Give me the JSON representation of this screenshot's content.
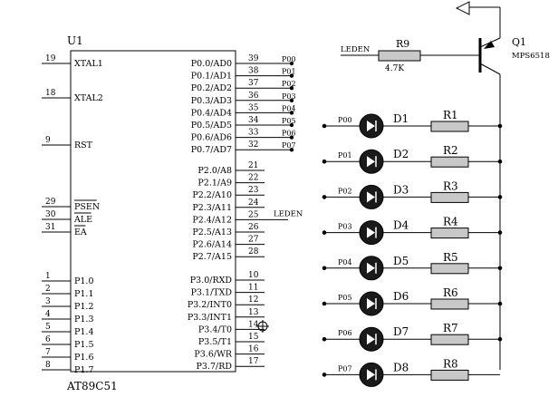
{
  "mcu": {
    "ref": "U1",
    "part": "AT89C51",
    "left_pins": [
      {
        "num": "19",
        "name": "XTAL1",
        "overbar": false
      },
      {
        "num": "18",
        "name": "XTAL2",
        "overbar": false
      },
      {
        "num": "9",
        "name": "RST",
        "overbar": false
      },
      {
        "num": "29",
        "name": "PSEN",
        "overbar": true
      },
      {
        "num": "30",
        "name": "ALE",
        "overbar": true
      },
      {
        "num": "31",
        "name": "EA",
        "overbar": true
      },
      {
        "num": "1",
        "name": "P1.0",
        "overbar": false
      },
      {
        "num": "2",
        "name": "P1.1",
        "overbar": false
      },
      {
        "num": "3",
        "name": "P1.2",
        "overbar": false
      },
      {
        "num": "4",
        "name": "P1.3",
        "overbar": false
      },
      {
        "num": "5",
        "name": "P1.4",
        "overbar": false
      },
      {
        "num": "6",
        "name": "P1.5",
        "overbar": false
      },
      {
        "num": "7",
        "name": "P1.6",
        "overbar": false
      },
      {
        "num": "8",
        "name": "P1.7",
        "overbar": false
      }
    ],
    "right_pins": [
      {
        "num": "39",
        "name": "P0.0/AD0",
        "net": "P00"
      },
      {
        "num": "38",
        "name": "P0.1/AD1",
        "net": "P01"
      },
      {
        "num": "37",
        "name": "P0.2/AD2",
        "net": "P02"
      },
      {
        "num": "36",
        "name": "P0.3/AD3",
        "net": "P03"
      },
      {
        "num": "35",
        "name": "P0.4/AD4",
        "net": "P04"
      },
      {
        "num": "34",
        "name": "P0.5/AD5",
        "net": "P05"
      },
      {
        "num": "33",
        "name": "P0.6/AD6",
        "net": "P06"
      },
      {
        "num": "32",
        "name": "P0.7/AD7",
        "net": "P07"
      },
      {
        "num": "21",
        "name": "P2.0/A8",
        "net": ""
      },
      {
        "num": "22",
        "name": "P2.1/A9",
        "net": ""
      },
      {
        "num": "23",
        "name": "P2.2/A10",
        "net": ""
      },
      {
        "num": "24",
        "name": "P2.3/A11",
        "net": ""
      },
      {
        "num": "25",
        "name": "P2.4/A12",
        "net": "LEDEN"
      },
      {
        "num": "26",
        "name": "P2.5/A13",
        "net": ""
      },
      {
        "num": "27",
        "name": "P2.6/A14",
        "net": ""
      },
      {
        "num": "28",
        "name": "P2.7/A15",
        "net": ""
      },
      {
        "num": "10",
        "name": "P3.0/RXD",
        "net": ""
      },
      {
        "num": "11",
        "name": "P3.1/TXD",
        "net": ""
      },
      {
        "num": "12",
        "name": "P3.2/INT0",
        "net": ""
      },
      {
        "num": "13",
        "name": "P3.3/INT1",
        "net": ""
      },
      {
        "num": "14",
        "name": "P3.4/T0",
        "net": ""
      },
      {
        "num": "15",
        "name": "P3.5/T1",
        "net": ""
      },
      {
        "num": "16",
        "name": "P3.6/WR",
        "net": ""
      },
      {
        "num": "17",
        "name": "P3.7/RD",
        "net": ""
      }
    ]
  },
  "transistor": {
    "ref": "Q1",
    "part": "MPS6518"
  },
  "base_resistor": {
    "ref": "R9",
    "value": "4.7K",
    "net": "LEDEN"
  },
  "leds": [
    {
      "net": "P00",
      "diode": "D1",
      "resistor": "R1"
    },
    {
      "net": "P01",
      "diode": "D2",
      "resistor": "R2"
    },
    {
      "net": "P02",
      "diode": "D3",
      "resistor": "R3"
    },
    {
      "net": "P03",
      "diode": "D4",
      "resistor": "R4"
    },
    {
      "net": "P04",
      "diode": "D5",
      "resistor": "R5"
    },
    {
      "net": "P05",
      "diode": "D6",
      "resistor": "R6"
    },
    {
      "net": "P06",
      "diode": "D7",
      "resistor": "R7"
    },
    {
      "net": "P07",
      "diode": "D8",
      "resistor": "R8"
    }
  ]
}
